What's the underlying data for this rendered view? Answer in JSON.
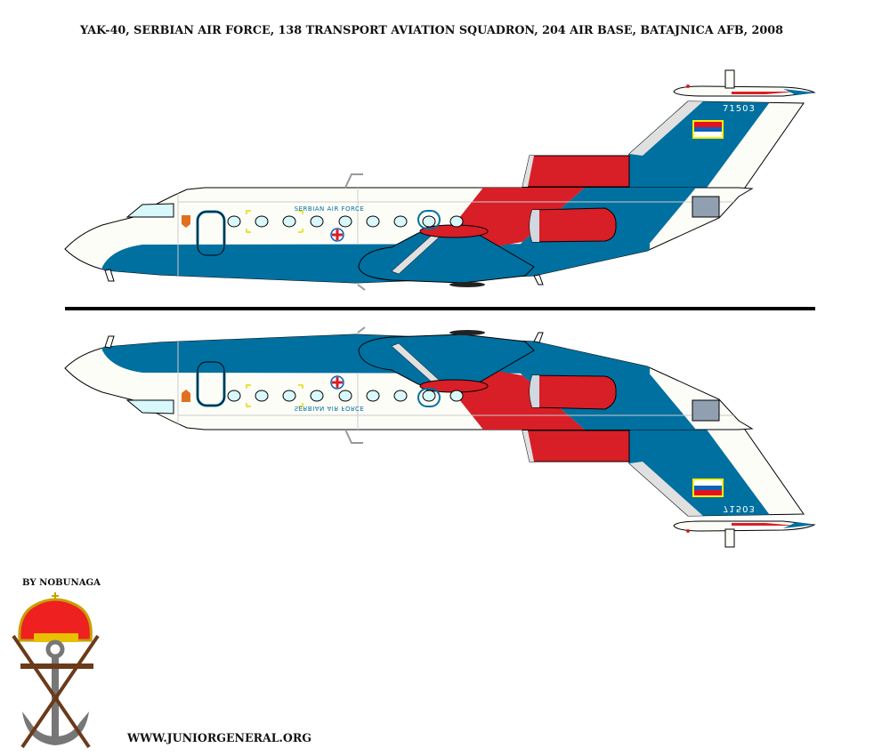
{
  "title": "YAK-40, SERBIAN AIR FORCE, 138 TRANSPORT AVIATION SQUADRON, 204 AIR BASE, BATAJNICA AFB, 2008",
  "aircraft": {
    "fuselage_lettering": "SERBIAN AIR FORCE",
    "serial_number": "71503",
    "views": [
      "top-side-view",
      "bottom-mirrored-view"
    ]
  },
  "credits": {
    "author": "BY NOBUNAGA",
    "website": "WWW.JUNIORGENERAL.ORG"
  },
  "colors": {
    "blue": "#0070a0",
    "red": "#d81e26",
    "white": "#fdfdf8",
    "window": "#d8f8fc",
    "flag_red": "#e8101c",
    "flag_blue": "#0c60b8",
    "flag_border": "#f8f000"
  }
}
